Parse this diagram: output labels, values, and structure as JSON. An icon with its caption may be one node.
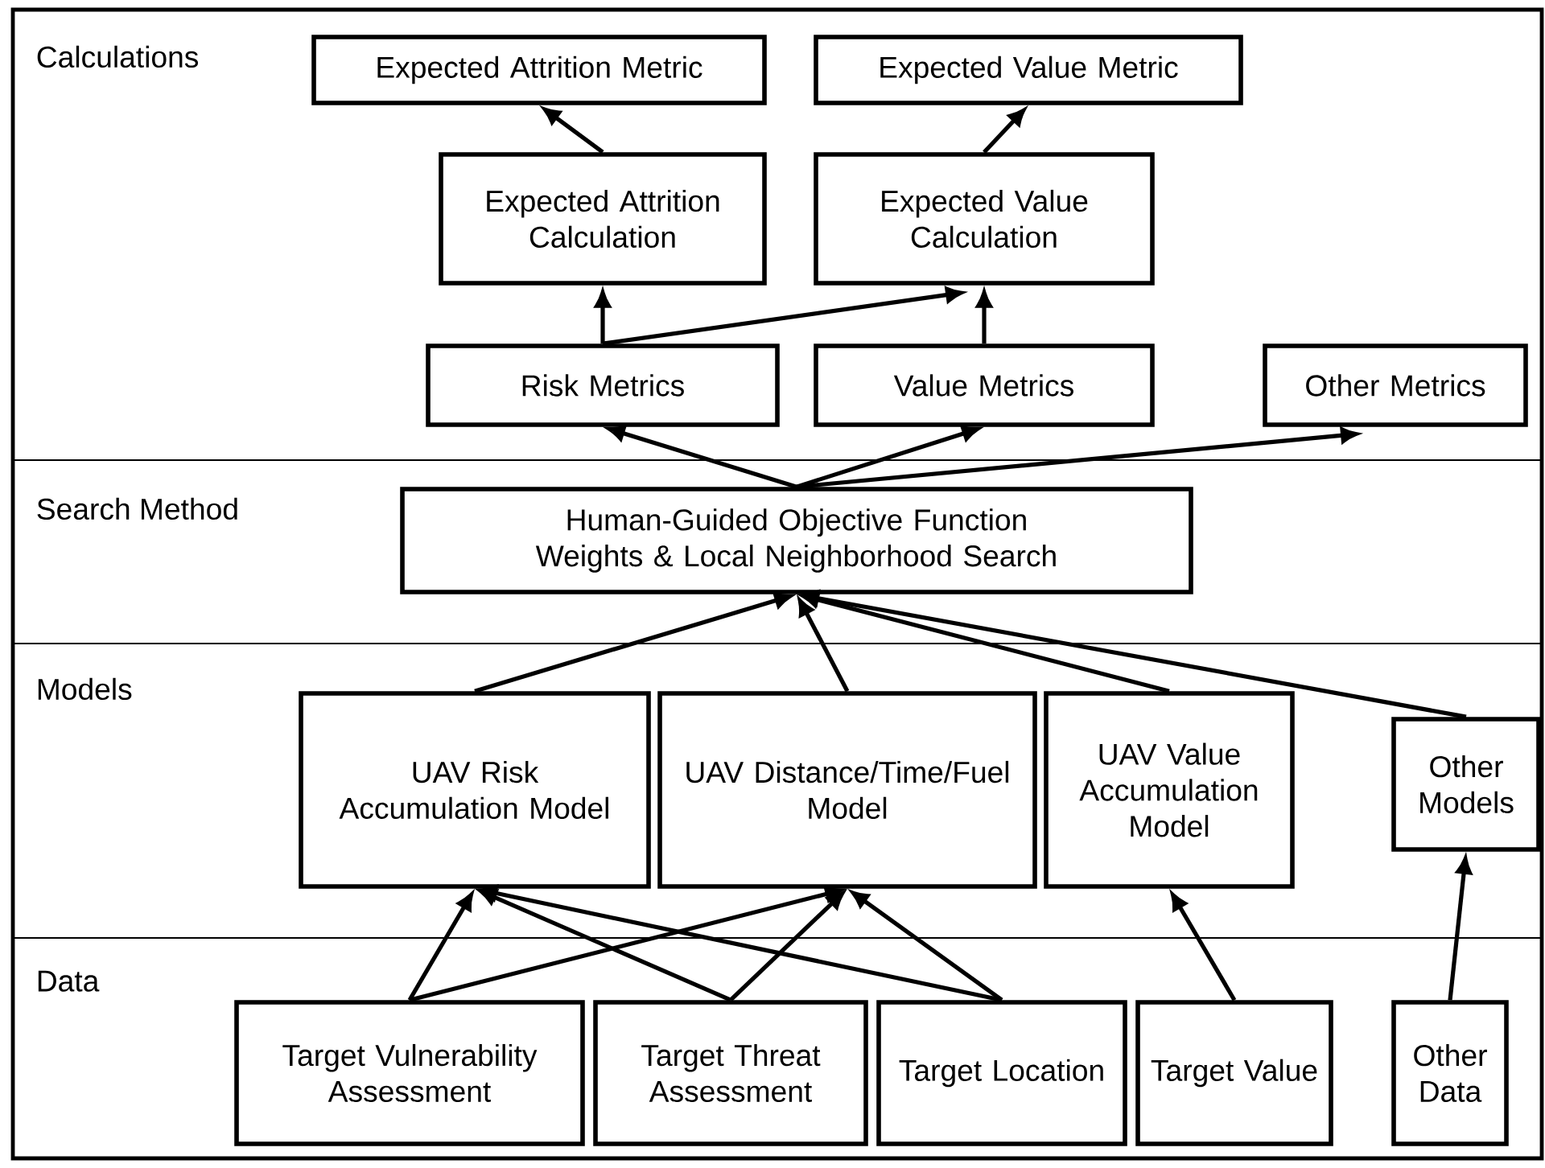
{
  "diagram": {
    "nodes": [
      {
        "text": [
          "Expected Attrition Metric"
        ]
      },
      {
        "text": [
          "Expected Value Metric"
        ]
      },
      {
        "text": [
          "Expected Attrition Calculation"
        ]
      },
      {
        "text": [
          "Expected Value Calculation"
        ]
      },
      {
        "text": [
          "Risk Metrics"
        ]
      },
      {
        "text": [
          "Value Metrics"
        ]
      },
      {
        "text": [
          "Other Metrics"
        ]
      },
      {
        "text": [
          "Human-Guided Objective Function Weights & Local Neighborhood Search"
        ]
      },
      {
        "text": [
          "UAV Risk Accumulation Model"
        ]
      },
      {
        "text": [
          "UAV Distance/Time/Fuel Model"
        ]
      },
      {
        "text": [
          "UAV Value Accumulation Model"
        ]
      },
      {
        "text": [
          "Other Models"
        ]
      },
      {
        "text": [
          "Target Vulnerability Assessment"
        ]
      },
      {
        "text": [
          "Target Threat Assessment"
        ]
      },
      {
        "text": [
          "Target Location"
        ]
      },
      {
        "text": [
          "Target Value"
        ]
      },
      {
        "text": [
          "Other Data"
        ]
      }
    ],
    "edges": [
      {
        "from": 2,
        "to": 0,
        "arrow": "to"
      },
      {
        "from": 3,
        "to": 1,
        "arrow": "to"
      },
      {
        "from": 4,
        "to": 2,
        "arrow": "to"
      },
      {
        "from": 4,
        "to": 3,
        "arrow": "to"
      },
      {
        "from": 5,
        "to": 3,
        "arrow": "to"
      },
      {
        "from": 7,
        "to": 4,
        "arrow": "to"
      },
      {
        "from": 7,
        "to": 5,
        "arrow": "to"
      },
      {
        "from": 7,
        "to": 6,
        "arrow": "to"
      },
      {
        "from": 8,
        "to": 7,
        "arrow": "to"
      },
      {
        "from": 9,
        "to": 7,
        "arrow": "to"
      },
      {
        "from": 10,
        "to": 7,
        "arrow": "to"
      },
      {
        "from": 11,
        "to": 7,
        "arrow": "to"
      },
      {
        "from": 12,
        "to": 8,
        "arrow": "to"
      },
      {
        "from": 12,
        "to": 9,
        "arrow": "to"
      },
      {
        "from": 13,
        "to": 8,
        "arrow": "to"
      },
      {
        "from": 13,
        "to": 9,
        "arrow": "to"
      },
      {
        "from": 14,
        "to": 8,
        "arrow": "to"
      },
      {
        "from": 14,
        "to": 9,
        "arrow": "to"
      },
      {
        "from": 15,
        "to": 10,
        "arrow": "to"
      },
      {
        "from": 16,
        "to": 11,
        "arrow": "to"
      }
    ],
    "labels": [
      "Calculations",
      "Search Method",
      "Models",
      "Data"
    ]
  }
}
